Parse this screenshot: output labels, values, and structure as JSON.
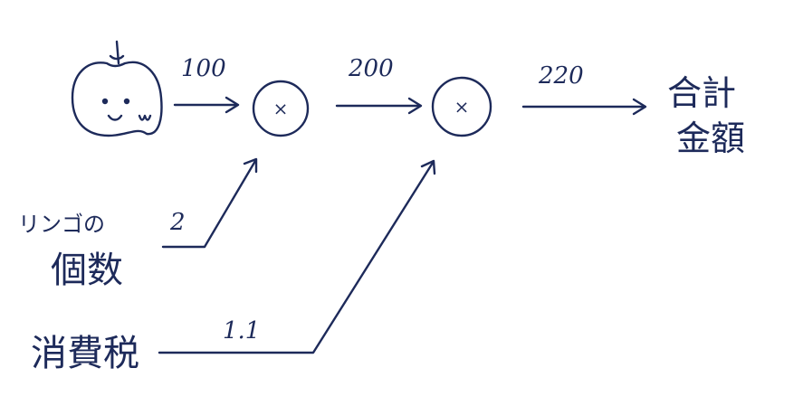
{
  "diagram": {
    "apple": {
      "icon": "apple-face-icon"
    },
    "edges": {
      "apple_to_mul1": "100",
      "mul1_to_mul2": "200",
      "mul2_to_total": "220",
      "count_to_mul1": "2",
      "tax_to_mul2": "1.1"
    },
    "nodes": {
      "mul1": "×",
      "mul2": "×"
    },
    "labels": {
      "total_line1": "合計",
      "total_line2": "金額",
      "count_line1": "リンゴの",
      "count_line2": "個数",
      "tax": "消費税"
    },
    "colors": {
      "ink": "#1d2a5a",
      "background": "#ffffff"
    }
  }
}
